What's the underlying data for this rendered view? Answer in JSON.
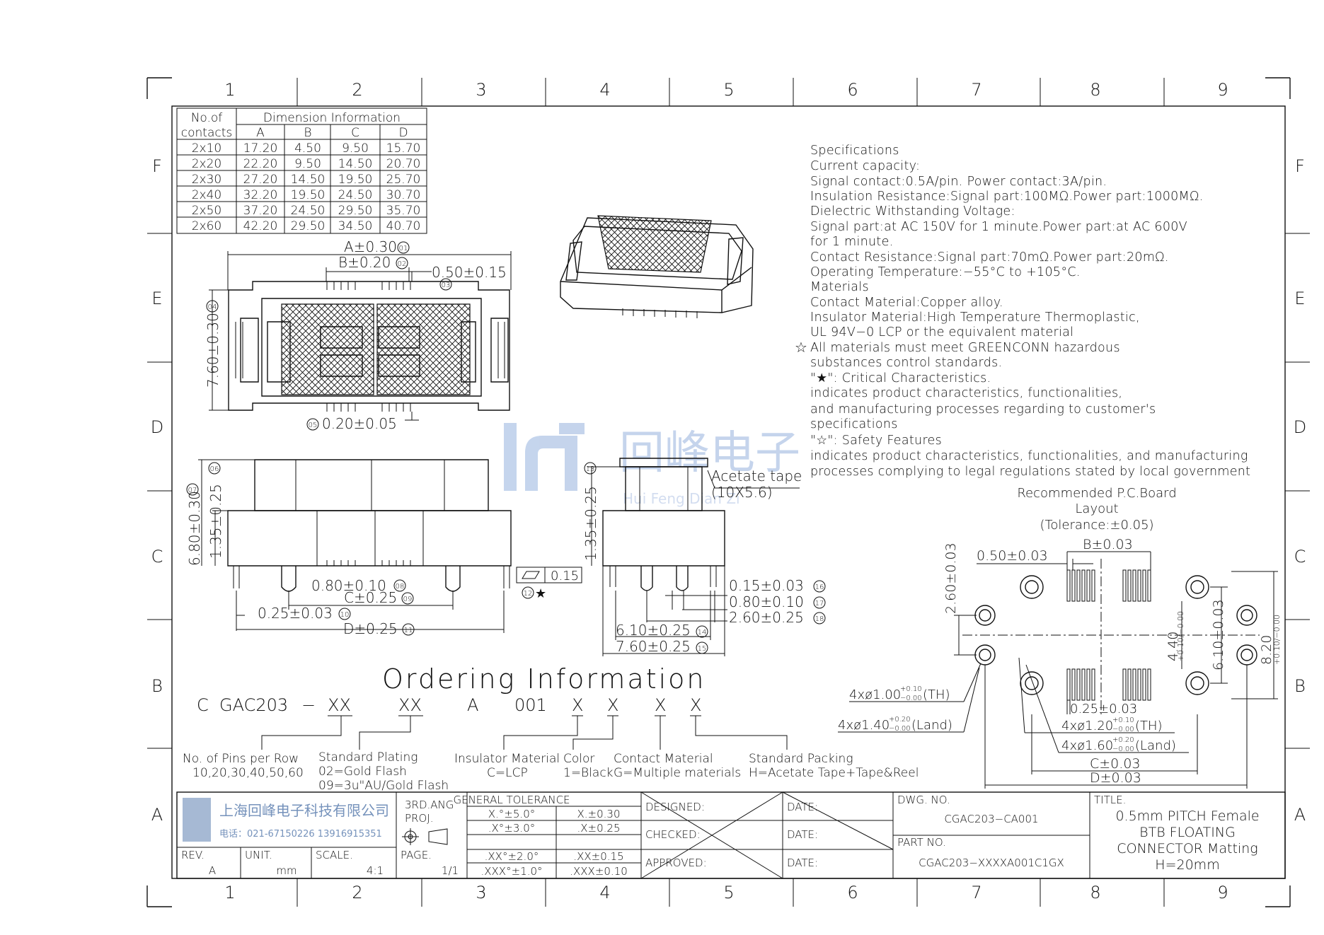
{
  "grid": {
    "columns": [
      "1",
      "2",
      "3",
      "4",
      "5",
      "6",
      "7",
      "8",
      "9"
    ],
    "rows": [
      "F",
      "E",
      "D",
      "C",
      "B",
      "A"
    ]
  },
  "dimension_table": {
    "header_col1_line1": "No.of",
    "header_col1_line2": "contacts",
    "header_group": "Dimension  Information",
    "columns": [
      "A",
      "B",
      "C",
      "D"
    ],
    "rows": [
      [
        "2x10",
        "17.20",
        "4.50",
        "9.50",
        "15.70"
      ],
      [
        "2x20",
        "22.20",
        "9.50",
        "14.50",
        "20.70"
      ],
      [
        "2x30",
        "27.20",
        "14.50",
        "19.50",
        "25.70"
      ],
      [
        "2x40",
        "32.20",
        "19.50",
        "24.50",
        "30.70"
      ],
      [
        "2x50",
        "37.20",
        "24.50",
        "29.50",
        "35.70"
      ],
      [
        "2x60",
        "42.20",
        "29.50",
        "34.50",
        "40.70"
      ]
    ]
  },
  "specifications": [
    "Specifications",
    "Current capacity:",
    "Signal contact:0.5A/pin. Power contact:3A/pin.",
    "Insulation Resistance:Signal part:100MΩ.Power part:1000MΩ.",
    "Dielectric Withstanding Voltage:",
    "Signal part:at AC 150V for 1 minute.Power part:at AC 600V",
    "for 1 minute.",
    "Contact Resistance:Signal part:70mΩ.Power part:20mΩ.",
    "Operating Temperature:−55°C to +105°C.",
    "Materials",
    "Contact Material:Copper alloy.",
    "Insulator Material:High Temperature Thermoplastic,",
    "UL 94V−0 LCP or the equivalent material",
    "All materials must meet GREENCONN hazardous",
    "substances control standards.",
    "\"★\": Critical Characteristics.",
    "indicates product characteristics, functionalities,",
    "and manufacturing processes regarding to customer's",
    "specifications",
    "\"☆\": Safety Features",
    "indicates product characteristics, functionalities, and manufacturing",
    "processes complying to legal regulations stated by local government"
  ],
  "top_view_dims": {
    "a": "A±0.30",
    "a_tag": "01",
    "b": "B±0.20",
    "b_tag": "02",
    "pitch": "0.50±0.15",
    "pitch_tag": "03",
    "height": "7.60±0.30",
    "height_tag": "04",
    "pin": "0.20±0.05",
    "pin_tag": "05"
  },
  "front_view_dims": {
    "d6": "1.35±0.25",
    "d6_tag": "06",
    "d7": "6.80±0.30",
    "d7_tag": "07",
    "d8": "0.80±0.10",
    "d8_tag": "08",
    "d9": "C±0.25",
    "d9_tag": "09",
    "d10": "0.25±0.03",
    "d10_tag": "10",
    "d11": "D±0.25",
    "d11_tag": "11",
    "flat": "0.15",
    "flat_tag": "12"
  },
  "side_view_dims": {
    "d13": "1.35±0.25",
    "d13_tag": "13",
    "tape": "Acetate tape",
    "tape_size": "(10X5.6)",
    "d16": "0.15±0.03",
    "d16_tag": "16",
    "d17": "0.80±0.10",
    "d17_tag": "17",
    "d18": "2.60±0.25",
    "d18_tag": "18",
    "d14": "6.10±0.25",
    "d14_tag": "14",
    "d15": "7.60±0.25",
    "d15_tag": "15"
  },
  "pcb_layout": {
    "title1": "Recommended P.C.Board",
    "title2": "Layout",
    "title3": "(Tolerance:±0.05)",
    "b": "B±0.03",
    "pitch": "0.50±0.03",
    "h260": "2.60±0.03",
    "h440": "4.40",
    "h440_tol": "+0.10/−0.00",
    "h610": "6.10±0.03",
    "h820": "8.20",
    "h820_tol": "+0.10/−0.00",
    "hole1": "4xø1.00",
    "hole1_tol_up": "+0.10",
    "hole1_tol_dn": "−0.00",
    "hole1_type": "(TH)",
    "hole2": "4xø1.40",
    "hole2_tol_up": "+0.20",
    "hole2_tol_dn": "−0.00",
    "hole2_type": "(Land)",
    "hole3": "4xø1.20",
    "hole3_tol_up": "+0.10",
    "hole3_tol_dn": "−0.00",
    "hole3_type": "(TH)",
    "hole4": "4xø1.60",
    "hole4_tol_up": "+0.20",
    "hole4_tol_dn": "−0.00",
    "hole4_type": "(Land)",
    "pad": "0.25±0.03",
    "c": "C±0.03",
    "d": "D±0.03"
  },
  "ordering": {
    "title": "Ordering  Information",
    "code": [
      "C",
      "GAC203",
      "−",
      "XX",
      "XX",
      "A",
      "001",
      "X",
      "X",
      "X",
      "X"
    ],
    "pins_label": "No. of Pins per Row",
    "pins_values": "10,20,30,40,50,60",
    "plating_label": "Standard Plating",
    "plating_1": "02=Gold Flash",
    "plating_2": "09=3u\"AU/Gold Flash",
    "insulator_label": "Insulator Material",
    "insulator_value": "C=LCP",
    "color_label": "Color",
    "color_value": "1=Black",
    "contact_label": "Contact Material",
    "contact_value": "G=Multiple materials",
    "packing_label": "Standard Packing",
    "packing_value": "H=Acetate Tape+Tape&Reel"
  },
  "watermark": {
    "cn": "回峰电子",
    "en": "Hui Feng Dian Zi"
  },
  "title_block": {
    "company": "上海回峰电子科技有限公司",
    "phone": "电话：021-67150226  13916915351",
    "angle_line1": "3RD.ANG",
    "angle_line2": "PROJ.",
    "tolerance_title": "GENERAL TOLERANCE",
    "tolerances": [
      [
        "X.°±5.0°",
        "X.±0.30"
      ],
      [
        ".X°±3.0°",
        ".X±0.25"
      ],
      [
        ".XX°±2.0°",
        ".XX±0.15"
      ],
      [
        ".XXX°±1.0°",
        ".XXX±0.10"
      ]
    ],
    "designed": "DESIGNED:",
    "checked": "CHECKED:",
    "approved": "APPROVED:",
    "date": "DATE:",
    "dwg_label": "DWG. NO.",
    "dwg_no": "CGAC203−CA001",
    "part_label": "PART NO.",
    "part_no": "CGAC203−XXXXA001C1GX",
    "title_label": "TITLE.",
    "title_lines": [
      "0.5mm PITCH Female",
      "BTB FLOATING",
      "CONNECTOR Matting",
      "H=20mm"
    ],
    "rev_label": "REV.",
    "rev": "A",
    "unit_label": "UNIT.",
    "unit": "mm",
    "scale_label": "SCALE.",
    "scale": "4:1",
    "page_label": "PAGE.",
    "page": "1/1"
  }
}
